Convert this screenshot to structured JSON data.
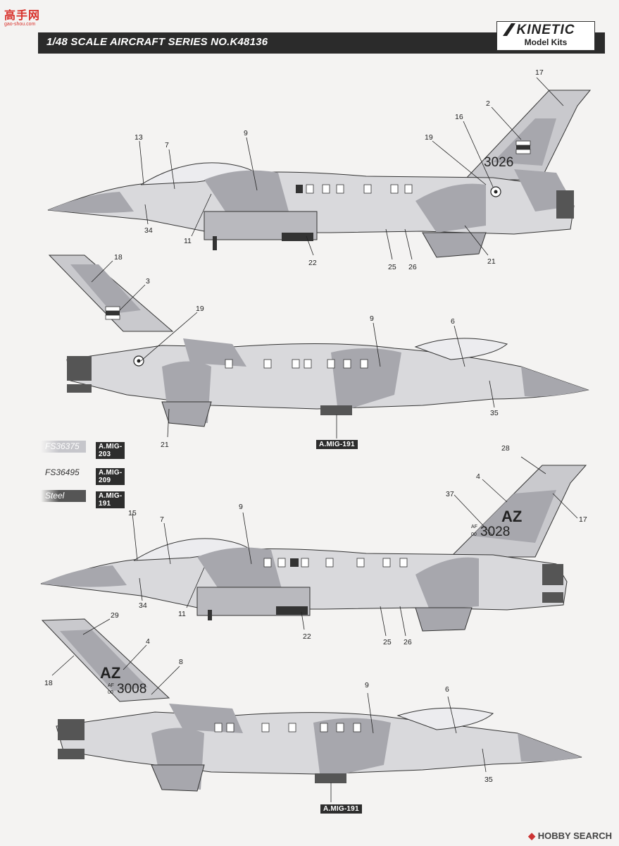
{
  "watermark": {
    "chinese": "高手网",
    "url": "gao-shou.com"
  },
  "header": {
    "title": "1/48 SCALE AIRCRAFT SERIES NO.K48136"
  },
  "brand": {
    "name": "KINETIC",
    "subtitle": "Model Kits"
  },
  "aircraft": [
    {
      "serial": "3026",
      "callouts": [
        "17",
        "2",
        "16",
        "19",
        "13",
        "7",
        "9",
        "34",
        "11",
        "22",
        "25",
        "26",
        "21"
      ],
      "paint": ""
    },
    {
      "serial": "",
      "callouts": [
        "18",
        "3",
        "19",
        "9",
        "6",
        "21",
        "35"
      ],
      "paint": "A.MIG-191"
    },
    {
      "serial": "3028",
      "code": "AZ",
      "af": "AF",
      "yr": "00",
      "callouts": [
        "28",
        "4",
        "37",
        "17",
        "9",
        "15",
        "7",
        "34",
        "11",
        "22",
        "25",
        "26"
      ],
      "paint": ""
    },
    {
      "serial": "3008",
      "code": "AZ",
      "af": "AF",
      "yr": "00",
      "callouts": [
        "29",
        "4",
        "8",
        "18",
        "9",
        "6",
        "35"
      ],
      "paint": "A.MIG-191"
    }
  ],
  "legend": [
    {
      "fs": "FS36375",
      "mig": "A.MIG-203",
      "color": "#c6c6cb"
    },
    {
      "fs": "FS36495",
      "mig": "A.MIG-209",
      "color": "#f4f3f2"
    },
    {
      "fs": "Steel",
      "mig": "A.MIG-191",
      "color": "#555555"
    }
  ],
  "colors": {
    "camo_light": "#d9d9dc",
    "camo_dark": "#a6a6ab",
    "ink": "#222222",
    "banner": "#2b2b2b"
  },
  "footer": {
    "credit": "HOBBY SEARCH"
  }
}
